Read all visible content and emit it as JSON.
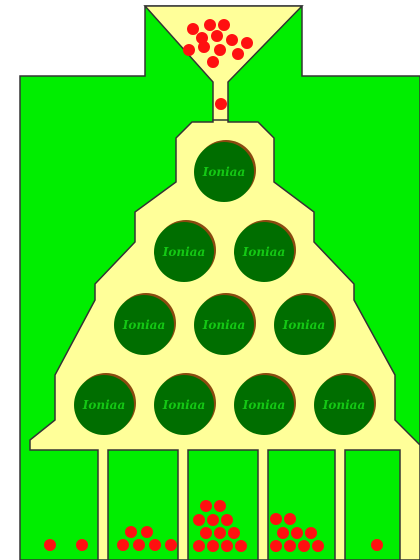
{
  "game": {
    "peg_label": "Ioniaa",
    "rows": [
      1,
      2,
      3,
      4
    ],
    "hopper_ball_count": 12,
    "falling_ball_count": 1,
    "bin_ball_counts": [
      2,
      6,
      12,
      9,
      1
    ]
  },
  "colors": {
    "background_green": "#00ee00",
    "board_yellow": "#ffff99",
    "peg_green": "#006e00",
    "peg_shadow": "#8a4a10",
    "ball_red": "#ff1010",
    "outline": "#333333",
    "label_green": "#14c814"
  }
}
